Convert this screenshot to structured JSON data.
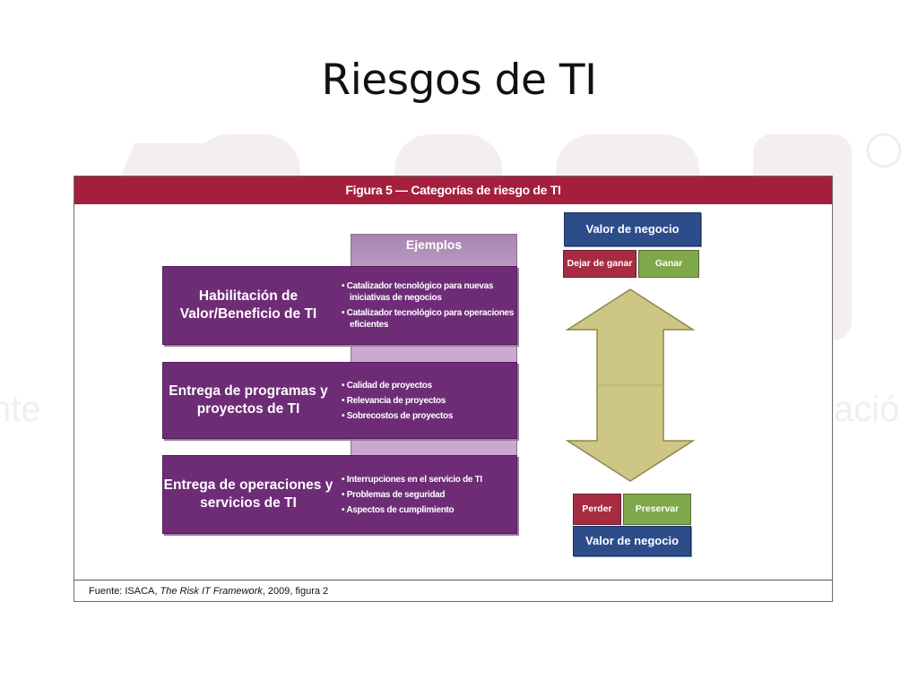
{
  "slide": {
    "title": "Riesgos de TI"
  },
  "figure": {
    "header": "Figura 5 — Categorías de riesgo de TI",
    "examples_header": "Ejemplos",
    "rows": [
      {
        "label": "Habilitación de Valor/Beneficio de TI",
        "examples": [
          "Catalizador tecnológico para nuevas iniciativas de negocios",
          "Catalizador tecnológico para operaciones eficientes"
        ]
      },
      {
        "label": "Entrega de programas y proyectos de TI",
        "examples": [
          "Calidad de proyectos",
          "Relevancia de proyectos",
          "Sobrecostos de proyectos"
        ]
      },
      {
        "label": "Entrega de operaciones y servicios de TI",
        "examples": [
          "Interrupciones en el servicio de TI",
          "Problemas de seguridad",
          "Aspectos de cumplimiento"
        ]
      }
    ],
    "top_value": {
      "title": "Valor de negocio",
      "left": "Dejar de ganar",
      "right": "Ganar"
    },
    "bottom_value": {
      "left": "Perder",
      "right": "Preservar",
      "title": "Valor de negocio"
    },
    "footer": {
      "prefix": "Fuente: ISACA, ",
      "italic": "The Risk IT Framework",
      "suffix": ", 2009, figura 2"
    },
    "colors": {
      "header": "#a51f3d",
      "row": "#6e2c77",
      "examples": "#c9a9cf",
      "value_box": "#2c4d8a",
      "loss": "#a72c42",
      "gain": "#7fa84b",
      "arrow": "#cdc685"
    }
  }
}
